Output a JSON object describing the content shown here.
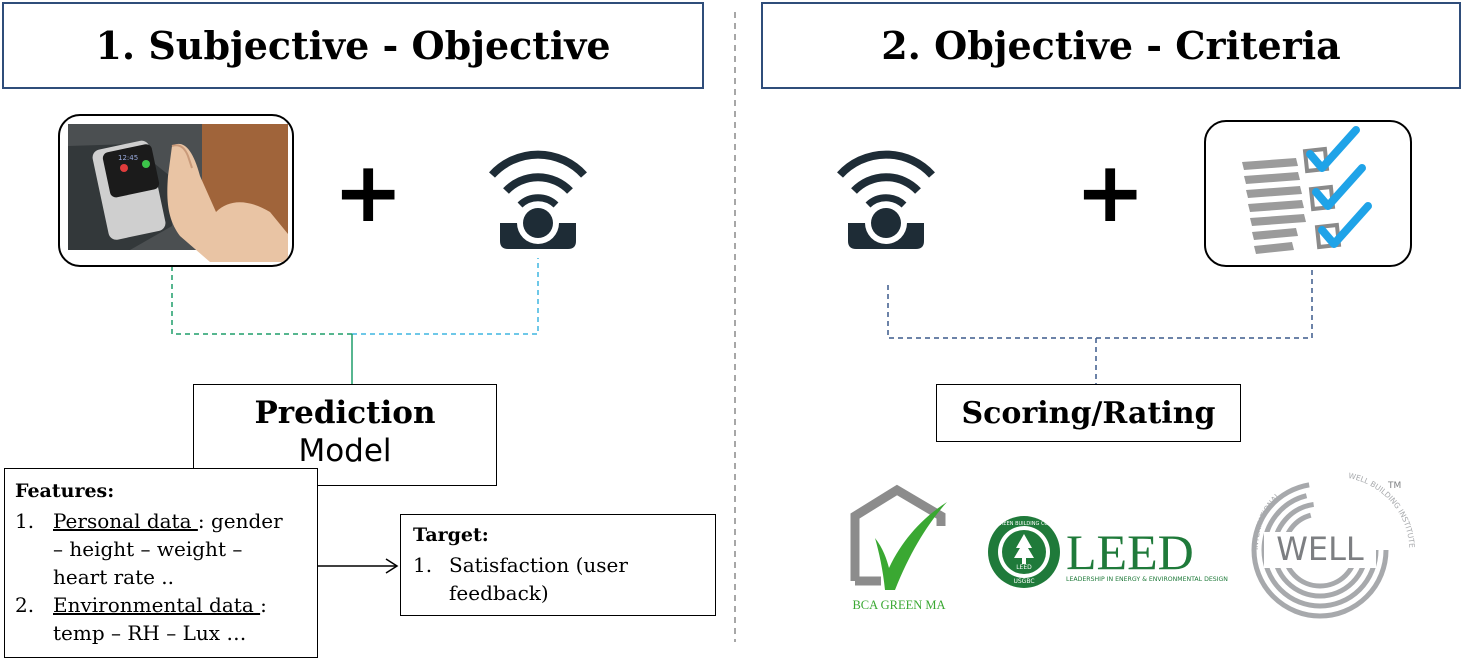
{
  "left": {
    "title": "1. Subjective - Objective",
    "plus": "+",
    "model": {
      "line1": "Prediction",
      "line2": "Model"
    },
    "features": {
      "heading": "Features:",
      "item1_num": "1.",
      "item1_label": "Personal data ",
      "item1_rest": ": gender",
      "item1_line2": "– height – weight –",
      "item1_line3": "heart rate ..",
      "item2_num": "2.",
      "item2_label": "Environmental data ",
      "item2_rest": ":",
      "item2_line2": "temp – RH – Lux …"
    },
    "target": {
      "heading": "Target:",
      "item1_num": "1.",
      "item1_line1": "Satisfaction (user",
      "item1_line2": "feedback)"
    }
  },
  "right": {
    "title": "2. Objective - Criteria",
    "plus": "+",
    "scoring": "Scoring/Rating",
    "logos": {
      "bca": "BCA GREEN MA",
      "leed": "LEED",
      "leed_tagline": "LEADERSHIP IN ENERGY & ENVIRONMENTAL DESIGN",
      "leed_seal": "LEED",
      "leed_seal_bottom": "USGBC",
      "leed_seal_ring": "U.S. GREEN BUILDING COUNCIL",
      "well": "WELL",
      "well_tm": "TM",
      "well_ring_top": "INTERNATIONAL",
      "well_ring_right": "WELL BUILDING INSTITUTE"
    }
  },
  "colors": {
    "header_border": "#2f4d7a",
    "green_dash": "#1f9e6a",
    "cyan_dash": "#3fb6e0",
    "navy_dash": "#3c5a8c",
    "sensor": "#1e2c36",
    "check_blue": "#1fa3e8",
    "leed_green": "#1f7a3a",
    "bca_green": "#3aa832",
    "well_gray": "#a7a9ac"
  }
}
